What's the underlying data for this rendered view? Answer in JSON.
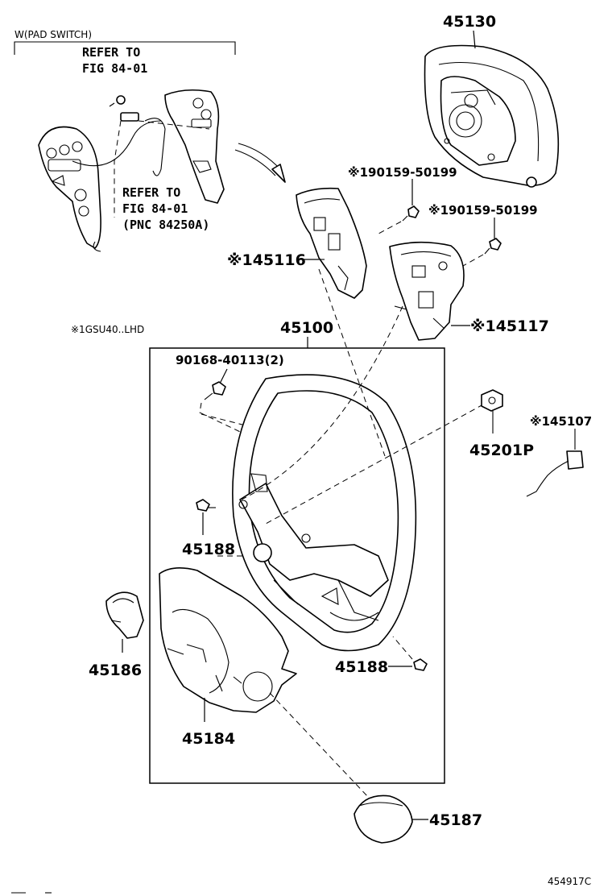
{
  "group_label": "W(PAD SWITCH)",
  "refer_1": {
    "line1": "REFER TO",
    "line2": "FIG 84-01"
  },
  "refer_2": {
    "line1": "REFER TO",
    "line2": "FIG 84-01",
    "line3": "(PNC 84250A)"
  },
  "note": "※1GSU40..LHD",
  "parts": {
    "p45130": "45130",
    "p90159_a": "※190159-50199",
    "p90159_b": "※190159-50199",
    "p45116": "※145116",
    "p45117": "※145117",
    "p45100": "45100",
    "p90168": "90168-40113(2)",
    "p45107": "※145107",
    "p45201P": "45201P",
    "p45188_a": "45188",
    "p45188_b": "45188",
    "p45186": "45186",
    "p45184": "45184",
    "p45187": "45187"
  },
  "figure_code": "454917C"
}
